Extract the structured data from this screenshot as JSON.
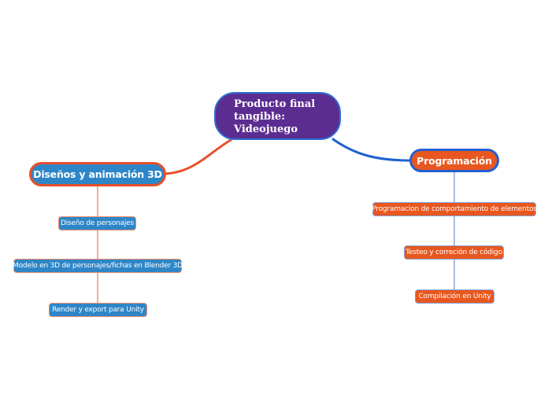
{
  "colors": {
    "root_fill": "#5C2D91",
    "root_border": "#2E6FD2",
    "design_fill": "#2E86C8",
    "design_border": "#E8502A",
    "programming_fill": "#E8571F",
    "programming_border": "#2560CE",
    "left_branch_edge": "#E8502A",
    "right_branch_edge": "#1E62CE",
    "left_sub_line": "#F2997F",
    "right_sub_line": "#8FADE0",
    "node_text": "#FFFFFF"
  },
  "mindmap": {
    "root": {
      "label": "Producto final tangible: Videojuego"
    },
    "branches": [
      {
        "id": "design",
        "label": "Diseños y animación 3D",
        "children": [
          "Diseño de personajes",
          "Modelo en 3D de personajes/fichas en Blender 3D",
          "Render y export para Unity"
        ]
      },
      {
        "id": "programming",
        "label": "Programación",
        "children": [
          "Programacion de comportamiento de elementos",
          "Testeo y correción de código",
          "Compilación en Unity"
        ]
      }
    ]
  }
}
